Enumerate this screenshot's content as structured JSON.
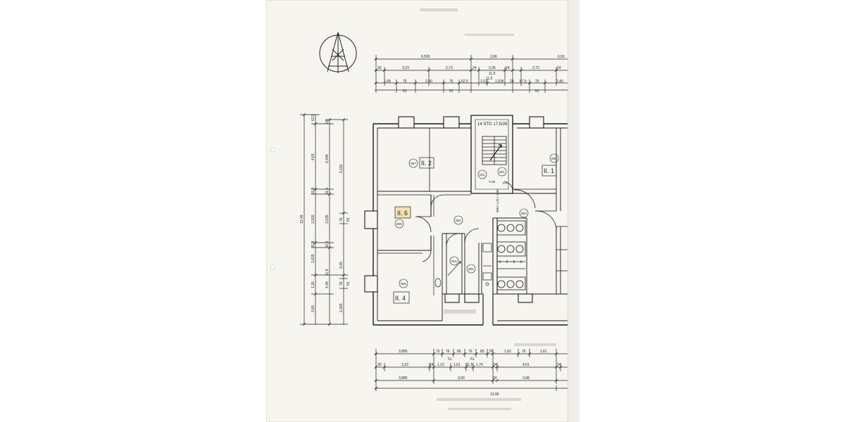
{
  "drawing": {
    "stair_label": "14 STG 17,5/28",
    "notes": {
      "t30": "T-30",
      "fh": "FH",
      "window": "BRH 1,25 / 1,30"
    },
    "room_names": {
      "r2": "II. 2",
      "r1": "II. 1",
      "r6": "II. 6",
      "r4": "II. 4"
    },
    "room_codes": {
      "c007": "007",
      "c008": "008",
      "c006": "006",
      "c005": "005",
      "c011": "011",
      "c001": "001",
      "c002": "002",
      "c003": "003",
      "c004": "004",
      "c012": "012"
    },
    "top_dims": {
      "row1": [
        "6,565",
        "2,86",
        "6,56"
      ],
      "row2": [
        "30",
        "3,23",
        "2,73",
        "24",
        "2,05",
        "11,5",
        "24",
        "2,73",
        "24"
      ],
      "row2b": [
        "11,5"
      ],
      "row3": [
        "1,68",
        "76",
        "2,40",
        "76",
        "62,5",
        "1,01",
        "1,635",
        "24",
        "87,5",
        "76",
        "2,40"
      ],
      "row4": [
        "51",
        "51",
        "51"
      ]
    },
    "left_dims": {
      "col1": [
        "13,49"
      ],
      "col2": [
        "62,5",
        "4,81",
        "11,5",
        "3,155",
        "11,5",
        "1,625",
        "1,26",
        "3,80"
      ],
      "col3": [
        "24",
        "4,245",
        "11,5",
        "3,035",
        "11,5",
        "3,49",
        "11,5",
        "4,45",
        "2,365"
      ],
      "col4": [
        "6,115",
        "76",
        "51",
        "76",
        "51"
      ]
    },
    "bottom_dims": {
      "row1": [
        "3,885",
        "75",
        "76",
        "86",
        "76",
        "85",
        "76",
        "1,62",
        "76",
        "1,61"
      ],
      "row1b": [
        "51",
        "51"
      ],
      "row2": [
        "30",
        "3,23",
        "24",
        "1,12",
        "1,01",
        "11,5",
        "1,76",
        "24",
        "4,01",
        "24"
      ],
      "row3": [
        "3,885",
        "3,90",
        "24",
        "3,98"
      ],
      "row4": [
        "13,99"
      ]
    }
  }
}
